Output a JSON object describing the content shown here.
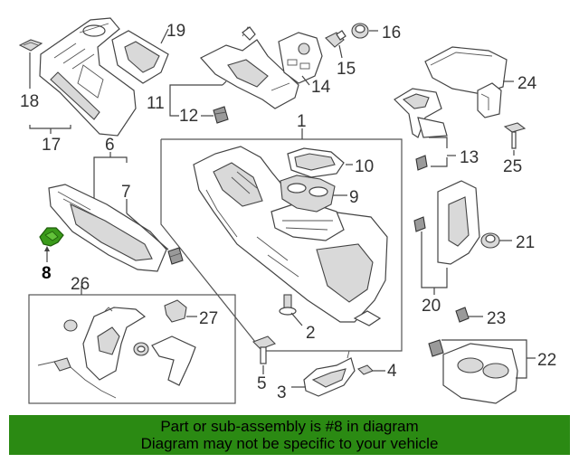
{
  "callouts": [
    "1",
    "2",
    "3",
    "4",
    "5",
    "6",
    "7",
    "8",
    "9",
    "10",
    "11",
    "12",
    "13",
    "14",
    "15",
    "16",
    "17",
    "18",
    "19",
    "20",
    "21",
    "22",
    "23",
    "24",
    "25",
    "26",
    "27"
  ],
  "highlighted_part": "8",
  "banner": {
    "line1": "Part or sub-assembly is #8 in diagram",
    "line2": "Diagram may not be specific to your vehicle"
  },
  "colors": {
    "banner_background": "#2b8a13",
    "highlight_part": "#3a9a1a",
    "line_art": "#444444"
  }
}
